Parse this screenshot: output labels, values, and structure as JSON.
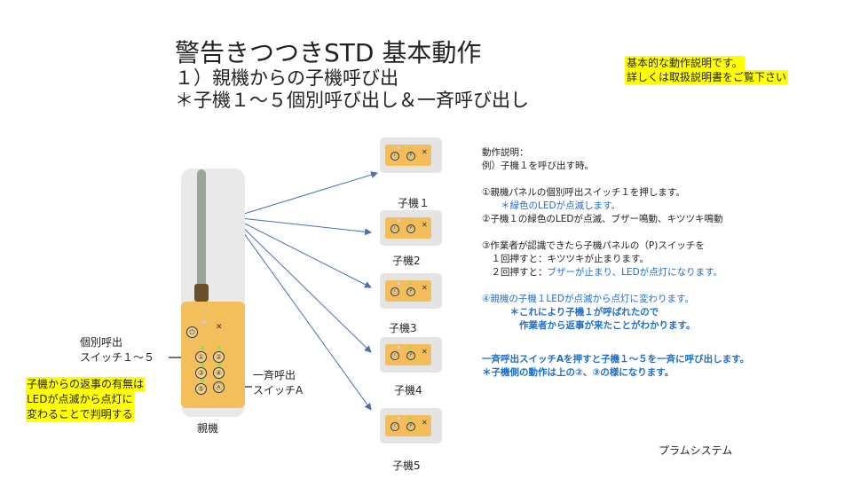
{
  "title": {
    "main": "警告きつつきSTD 基本動作",
    "line1": "１）親機からの子機呼び出",
    "line2": "＊子機１～５個別呼び出し＆一斉呼び出し"
  },
  "top_note": [
    "基本的な動作説明です。",
    "詳しくは取扱説明書をご覧下さい"
  ],
  "description": [
    {
      "text": "動作説明：",
      "style": "normal"
    },
    {
      "text": "例）子機１を呼び出す時。",
      "style": "normal"
    },
    {
      "text": "",
      "style": "normal"
    },
    {
      "text": "①親機パネルの個別呼出スイッチ１を押します。",
      "style": "normal"
    },
    {
      "text": "　　＊緑色のLEDが点滅します。",
      "style": "blue"
    },
    {
      "text": "②子機１の緑色のLEDが点滅、ブザー鳴動、キツツキ鳴動",
      "style": "normal"
    },
    {
      "text": "",
      "style": "normal"
    },
    {
      "text": "③作業者が認識できたら子機パネルの（P)スイッチを",
      "style": "normal"
    },
    {
      "text": "　１回押すと：キツツキが止まります。",
      "style": "normal"
    },
    {
      "text": "　２回押すと：ブザーが止まり、LEDが点灯になります。",
      "style": "mixed",
      "prefix": "　２回押すと：",
      "rest": "ブザーが止まり、LEDが点灯になります。"
    },
    {
      "text": "",
      "style": "normal"
    },
    {
      "text": "④親機の子機１LEDが点滅から点灯に変わります。",
      "style": "blue"
    },
    {
      "text": "　　　＊これにより子機１が呼ばれたので",
      "style": "bluebold"
    },
    {
      "text": "　　　　作業者から返事が来たことがわかります。",
      "style": "bluebold"
    }
  ],
  "description2": [
    "一斉呼出スイッチAを押すと子機１～５を一斉に呼び出します。",
    "＊子機側の動作は上の②、③の様になります。"
  ],
  "labels": {
    "individual_switch": [
      "個別呼出",
      "スイッチ１～５"
    ],
    "all_call_switch": [
      "一斉呼出",
      "スイッチA"
    ],
    "parent": "親機",
    "note_left": [
      "子機からの返事の有無は",
      "LEDが点滅から点灯に",
      "変わることで判明する"
    ],
    "footer": "プラムシステム"
  },
  "parent_buttons": [
    "①",
    "②",
    "③",
    "④",
    "⑤",
    "Ⓐ"
  ],
  "children": [
    {
      "label": "子機１"
    },
    {
      "label": "子機2"
    },
    {
      "label": "子機3"
    },
    {
      "label": "子機4"
    },
    {
      "label": "子機5"
    }
  ],
  "child_buttons": [
    "ⓒ",
    "Ⓟ"
  ],
  "colors": {
    "panel": "#f3bf5d",
    "arrow": "#4a6fb5",
    "highlight": "#ffff00",
    "blue_text": "#1f6fc7"
  }
}
